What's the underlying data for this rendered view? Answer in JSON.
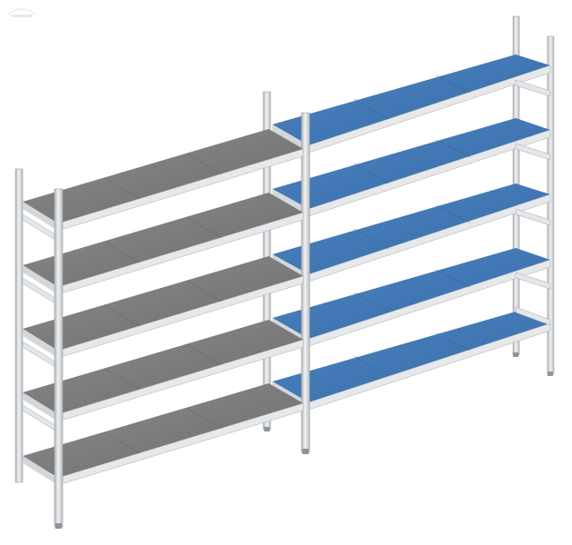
{
  "scene": {
    "subject": "shelving-units",
    "units": [
      {
        "id": "left-unit",
        "finish": "stainless-steel",
        "shelf_count": 5
      },
      {
        "id": "right-unit",
        "finish": "blue-coated",
        "shelf_count": 5
      }
    ]
  },
  "colors": {
    "background": "#ffffff",
    "grey_shelf": "#7b7b7b",
    "grey_shelf_light": "#9a9a9a",
    "blue_shelf": "#3f78b4",
    "blue_shelf_light": "#5a90c8",
    "upright": "#d8dadd",
    "upright_edge": "#9ea3a8",
    "rail": "#e8e9ea"
  },
  "icons": {
    "watermark": "logo-watermark-icon"
  }
}
